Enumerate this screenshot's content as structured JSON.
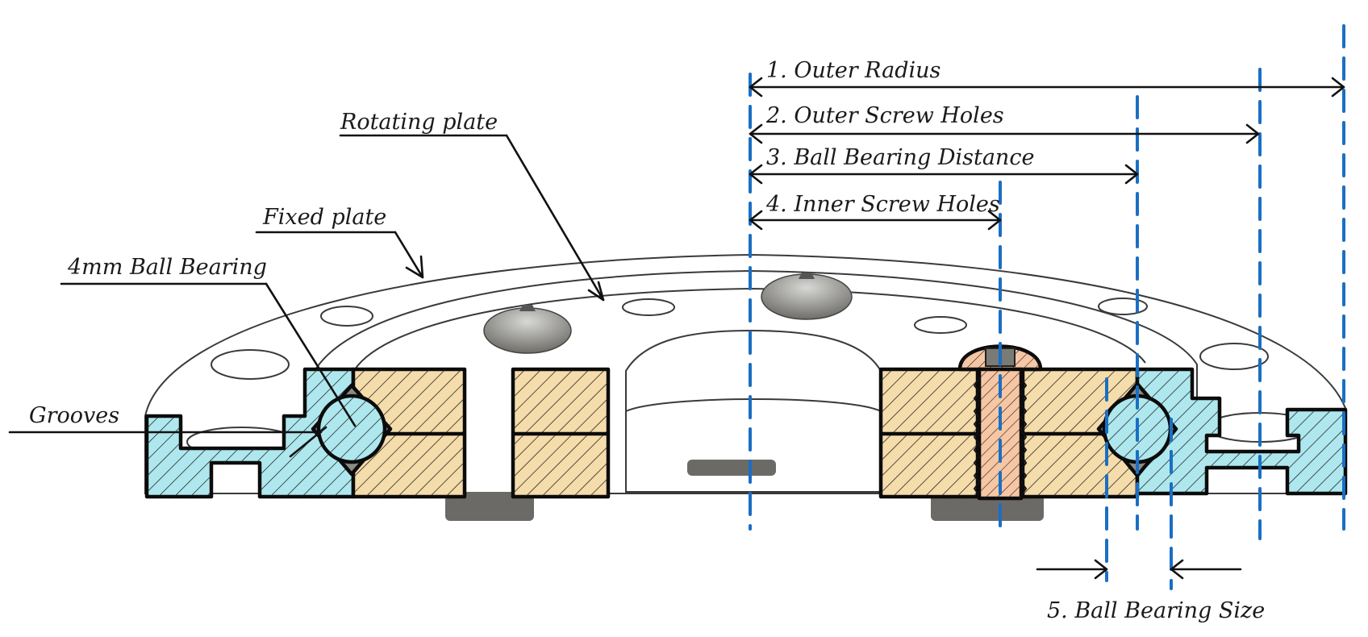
{
  "labels": {
    "rotating_plate": "Rotating plate",
    "fixed_plate": "Fixed plate",
    "ball_bearing": "4mm Ball Bearing",
    "grooves": "Grooves"
  },
  "dimensions": {
    "outer_radius": "1. Outer Radius",
    "outer_screw_holes": "2. Outer Screw Holes",
    "ball_bearing_distance": "3. Ball Bearing Distance",
    "inner_screw_holes": "4. Inner Screw Holes",
    "ball_bearing_size": "5. Ball Bearing Size"
  },
  "colors": {
    "fixed_plate_section": "#aee8ee",
    "rotating_plate_section": "#f5dcab",
    "screw_section": "#f6c7a5",
    "plate_surface": "#e8e3d8",
    "centerline": "#1a6fc4",
    "outline": "#0b0b0b"
  }
}
